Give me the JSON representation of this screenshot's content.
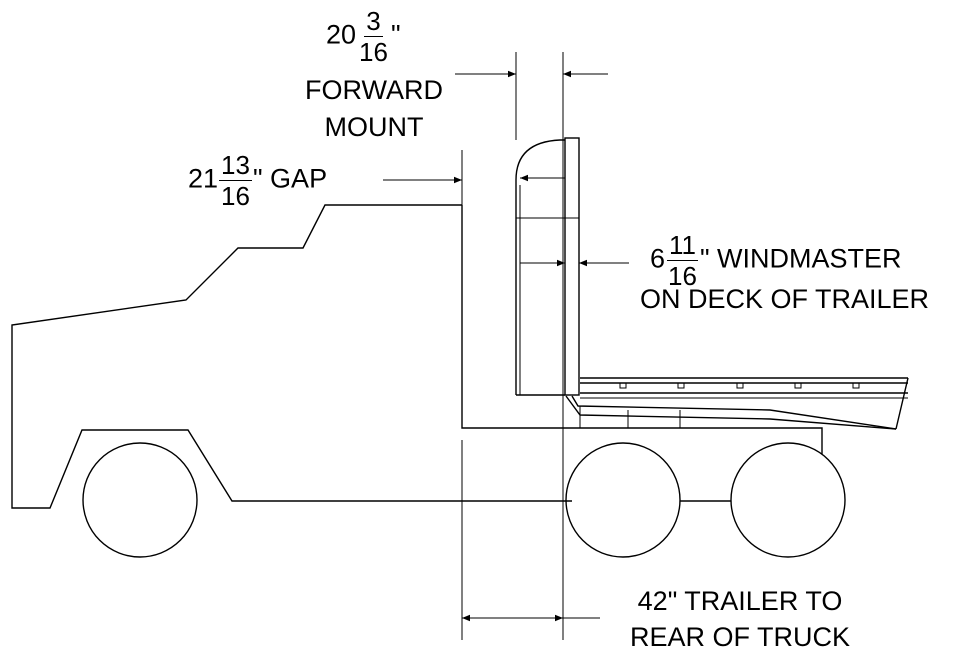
{
  "dimensions": {
    "forward_mount": {
      "whole": "20",
      "numerator": "3",
      "denominator": "16",
      "unit": "\"",
      "line1": "FORWARD",
      "line2": "MOUNT"
    },
    "gap": {
      "whole": "21",
      "numerator": "13",
      "denominator": "16",
      "suffix": "\" GAP"
    },
    "windmaster": {
      "whole": "6",
      "numerator": "11",
      "denominator": "16",
      "suffix": "\" WINDMASTER",
      "line2": "ON DECK OF TRAILER"
    },
    "trailer_to_truck": {
      "line1": "42\" TRAILER TO",
      "line2": "REAR OF TRUCK"
    }
  }
}
